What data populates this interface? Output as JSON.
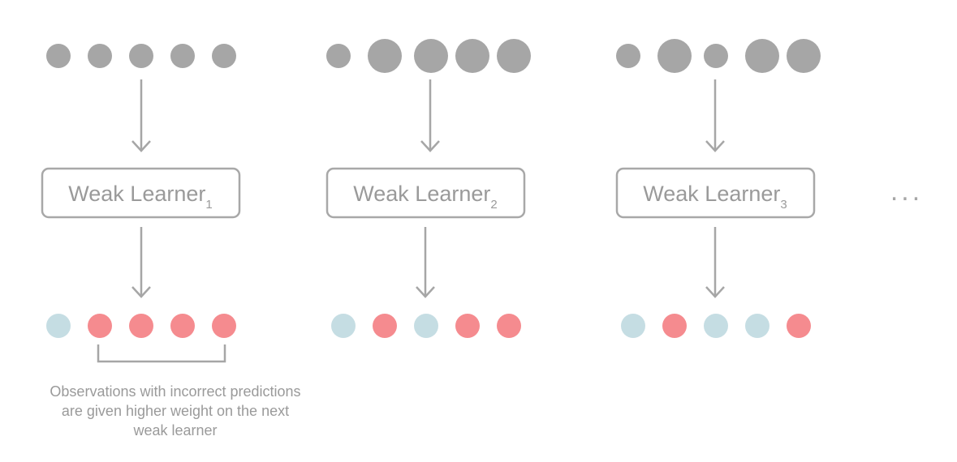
{
  "learners": [
    {
      "name": "Weak Learner",
      "index": "1"
    },
    {
      "name": "Weak Learner",
      "index": "2"
    },
    {
      "name": "Weak Learner",
      "index": "3"
    }
  ],
  "continuation": "...",
  "caption": [
    "Observations with incorrect predictions",
    "are given higher weight on the next",
    "weak learner"
  ],
  "colors": {
    "input_dot": "#a6a6a6",
    "correct_dot": "#c5dde3",
    "incorrect_dot": "#f58b8f",
    "stroke": "#a6a6a6",
    "text": "#9a9a9a",
    "box_stroke": "#a8a8a8"
  },
  "stages": [
    {
      "input_weights": [
        "normal",
        "normal",
        "normal",
        "normal",
        "normal"
      ],
      "predictions": [
        "correct",
        "incorrect",
        "incorrect",
        "incorrect",
        "incorrect"
      ]
    },
    {
      "input_weights": [
        "normal",
        "high",
        "high",
        "high",
        "high"
      ],
      "predictions": [
        "correct",
        "incorrect",
        "correct",
        "incorrect",
        "incorrect"
      ]
    },
    {
      "input_weights": [
        "normal",
        "high",
        "normal",
        "high",
        "high"
      ],
      "predictions": [
        "correct",
        "incorrect",
        "correct",
        "correct",
        "incorrect"
      ]
    }
  ]
}
